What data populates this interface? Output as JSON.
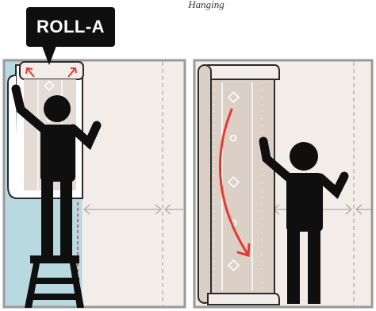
{
  "caption": "Hanging",
  "callout": {
    "label": "ROLL-A"
  },
  "icons": {
    "panels": [
      "wall-panel-left",
      "wall-panel-right"
    ],
    "person": "person-silhouette-icon",
    "ladder": "step-ladder-icon",
    "arrow": "curved-arrow-icon",
    "roll": "wallpaper-roll-icon"
  },
  "colors": {
    "wall": "#f2ede8",
    "wall_border": "#9a9a9a",
    "highlight_strip": "#b8d9df",
    "paper_roll": "#dcd0c6",
    "arrow_red": "#e53935",
    "silhouette": "#0f0f0f"
  }
}
